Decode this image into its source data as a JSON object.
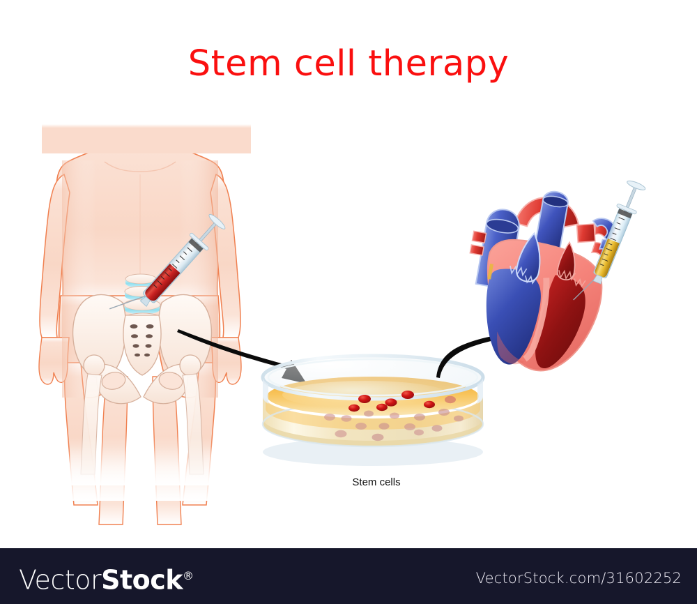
{
  "title": "Stem cell therapy",
  "title_color": "#fa0f0f",
  "background_color": "#ffffff",
  "caption": "Stem cells",
  "caption_color": "#131313",
  "scene": {
    "steps": [
      {
        "name": "bone-marrow-harvest",
        "label": "human torso with pelvis and syringe",
        "skin_fill": "#fadbcc",
        "skin_outline": "#f08050",
        "bone_fill": "#fdf1ea",
        "bone_outline": "#d9b7a6",
        "disc_color": "#9fe4f2",
        "syringe_fluid": "#c82222"
      },
      {
        "name": "petri-dish-culture",
        "label": "petri dish with cultured stem cells",
        "glass_rim": "#dfe9ef",
        "dish_body": "#f2e2bb",
        "medium": "#f7b43c",
        "cell_color": "#cc1414",
        "submerged_cell_color": "#d9a0a0"
      },
      {
        "name": "heart-injection",
        "label": "cross-section of heart with syringe",
        "myocardium": "#f58a80",
        "vein_blue": "#3f56bc",
        "artery_red": "#d8302e",
        "chamber_dark_red": "#a81b1b",
        "syringe_fluid": "#e8c03a"
      }
    ],
    "arrows": [
      {
        "name": "arrow-marrow-to-dish",
        "direction": "down-right"
      },
      {
        "name": "arrow-dish-to-heart",
        "direction": "up-right"
      }
    ]
  },
  "footer": {
    "background": "#16172b",
    "logo_light": "Vector",
    "logo_bold": "Stock",
    "logo_registered": "®",
    "url": "VectorStock.com/31602252"
  }
}
